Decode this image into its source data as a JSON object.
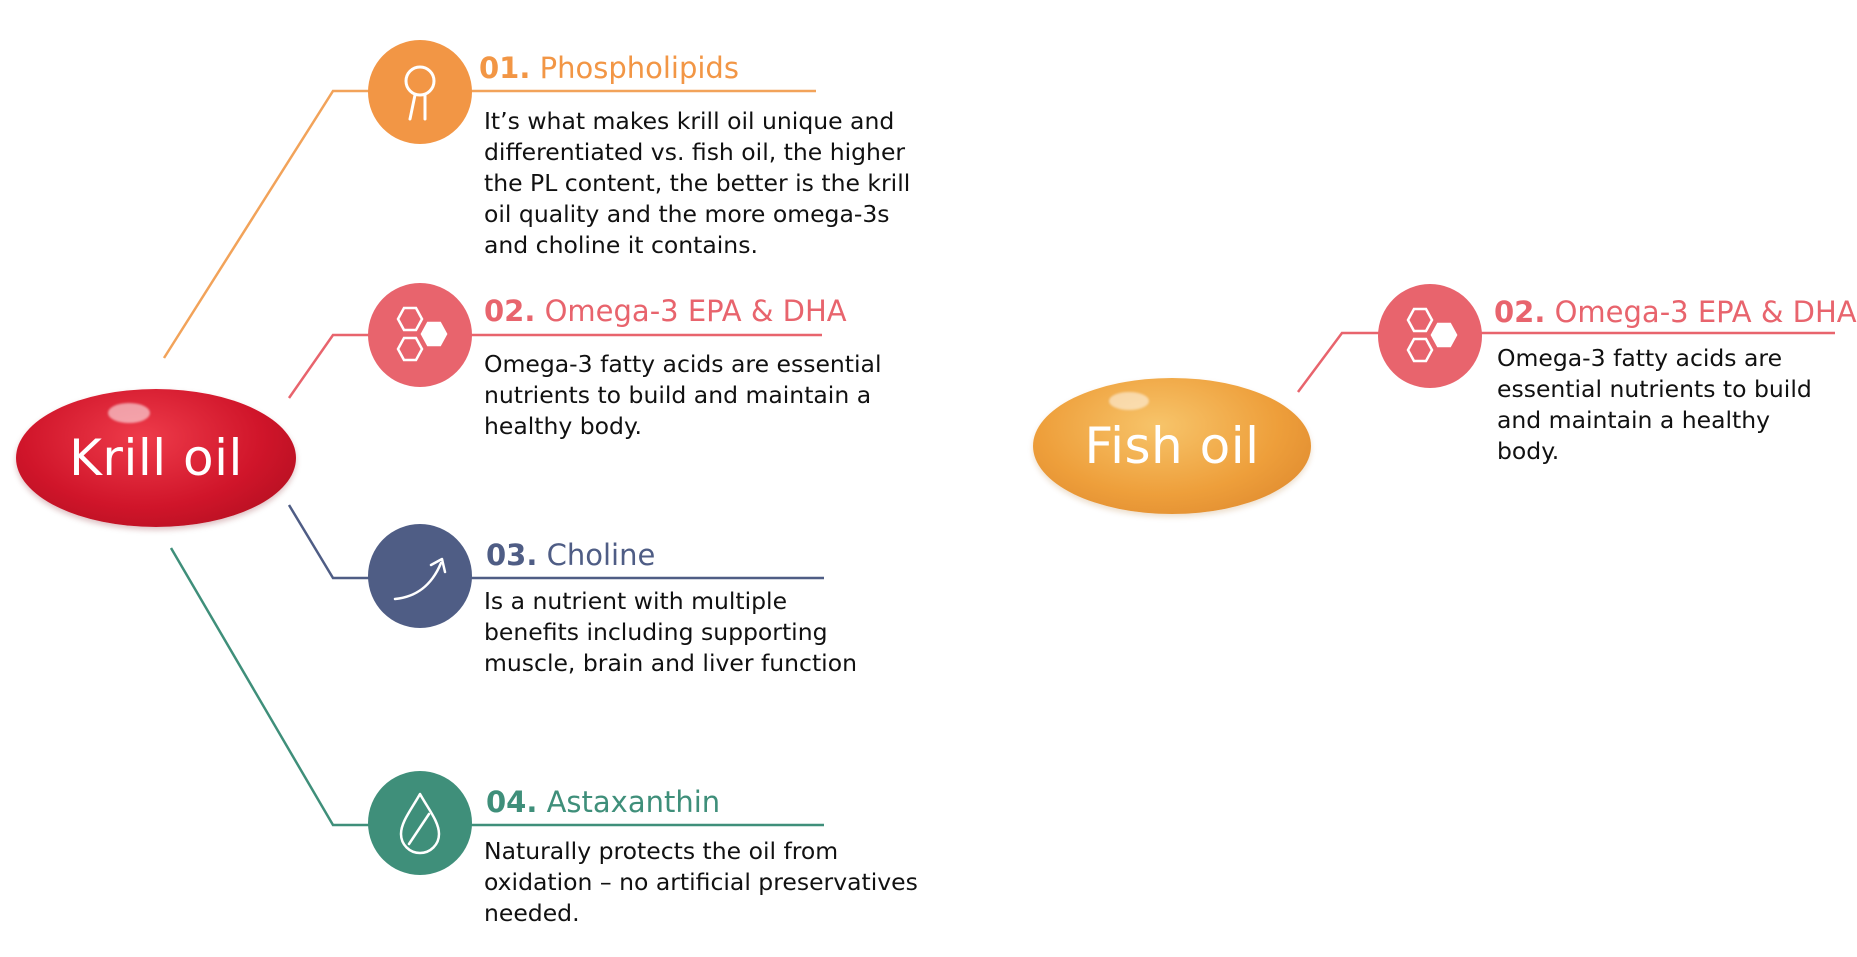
{
  "colors": {
    "orange": "#f29645",
    "red": "#e8646d",
    "navy": "#4f5d85",
    "green": "#3f8f7a",
    "fish_pill": "#ee9f3b",
    "krill_pill": "#d0152a"
  },
  "krill": {
    "label": "Krill oil",
    "items": [
      {
        "number": "01.",
        "title": "Phospholipids",
        "icon": "phospholipid-icon",
        "text": "It’s what makes krill oil unique and differentiated vs. fish oil, the higher the PL content, the better is the krill oil quality and the more omega-3s and choline it contains."
      },
      {
        "number": "02.",
        "title": "Omega-3 EPA & DHA",
        "icon": "hexagon-molecule-icon",
        "text": "Omega-3 fatty acids are essential nutrients to build and maintain a healthy body."
      },
      {
        "number": "03.",
        "title": "Choline",
        "icon": "curved-arrow-icon",
        "text": "Is a nutrient with multiple benefits including supporting muscle, brain and liver function"
      },
      {
        "number": "04.",
        "title": "Astaxanthin",
        "icon": "droplet-icon",
        "text": "Naturally protects the oil from oxidation – no artificial preservatives needed."
      }
    ]
  },
  "fish": {
    "label": "Fish oil",
    "items": [
      {
        "number": "02.",
        "title": "Omega-3 EPA & DHA",
        "icon": "hexagon-molecule-icon",
        "text": "Omega-3 fatty acids are essential nutrients to build and maintain a healthy body."
      }
    ]
  }
}
